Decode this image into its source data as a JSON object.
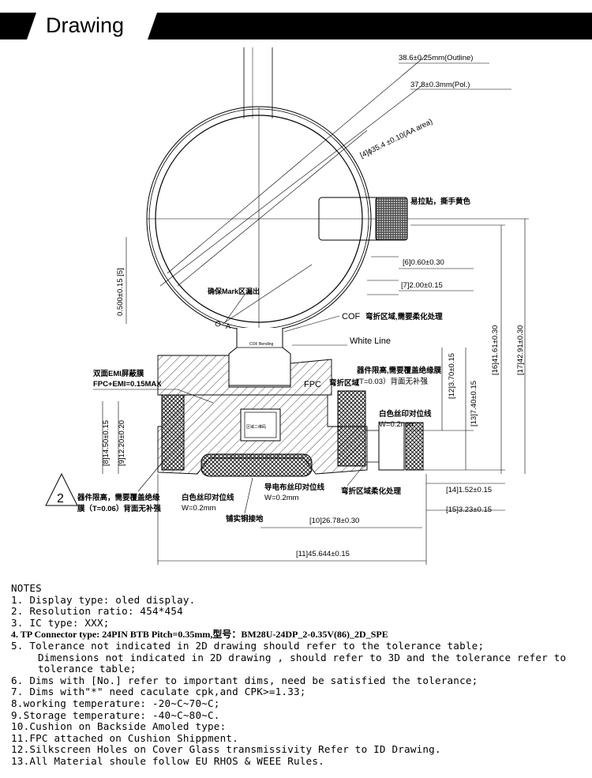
{
  "header": {
    "title": "Drawing"
  },
  "drawing": {
    "dims": {
      "outline": "38.6±0.25mm(Outline)",
      "pol": "37.8±0.3mm(Pol.)",
      "aa": "[4]ϕ35.4 ±0.10(AA area)",
      "d5": "0.500±0.15 [5]",
      "d6": "[6]0.60±0.30",
      "d7": "[7]2.00±0.15",
      "d8": "[8]14.50±0.15",
      "d9": "[9]12.20±0.20",
      "d10": "[10]26.78±0.30",
      "d11": "[11]45.644±0.15",
      "d12": "[12]3.70±0.15",
      "d13": "[13]7.40±0.15",
      "d14": "[14]1.52±0.15",
      "d15": "[15]3.23±0.15",
      "d16": "[16]41.61±0.30",
      "d17": "[17]42.91±0.30"
    },
    "labels": {
      "pull_tab": "易拉贴，撕手黄色",
      "mark": "确保Mark区漏出",
      "cof": "COF",
      "cof_bend": "弯折区域,需要柔化处理",
      "cof_small": "COF Bending",
      "white_line": "White Line",
      "fpc": "FPC",
      "fpc_bend": "弯折区域",
      "emi1": "双面EMI屏蔽膜",
      "emi2": "FPC+EMI=0.15MAX",
      "comp_limit_r1": "器件限高,需要覆盖绝缘膜",
      "comp_limit_r2": "(T=0.03）背面无补强",
      "white_silk_r1": "白色丝印对位线",
      "white_silk_r2": "W=0.2mm",
      "qr": "区域二维码",
      "comp_limit_l1": "器件限高，需要覆盖绝缘",
      "comp_limit_l2": "膜（T=0.06）背面无补强",
      "white_silk_l1": "白色丝印对位线",
      "white_silk_l2": "W=0.2mm",
      "conductive1": "导电布丝印对位线",
      "conductive2": "W=0.2mm",
      "bend_soft": "弯折区域柔化处理",
      "copper": "铺实铜接地",
      "note_num": "2",
      "a_mark": "A"
    }
  },
  "notes": {
    "title": "NOTES",
    "items": [
      "1. Display type: oled display.",
      "2. Resolution ratio: 454*454",
      "3. IC type: XXX;",
      "4. TP Connector type: 24PIN BTB Pitch=0.35mm,型号：BM28U-24DP_2-0.35V(86)_2D_SPE",
      "5. Tolerance not indicated in 2D drawing should refer to the tolerance table;",
      "Dimensions not indicated in 2D drawing , should refer to 3D and the tolerance refer to",
      "tolerance table;",
      "6. Dims with [No.] refer to important dims, need be satisfied the tolerance;",
      "7. Dims with\"*\" need caculate cpk,and CPK>=1.33;",
      "8.working temperature: -20~C~70~C;",
      "9.Storage temperature: -40~C~80~C.",
      "10.Cushion on Backside Amoled type:",
      "11.FPC attached on Cushion Shippment.",
      "12.Silkscreen Holes on Cover Glass transmissivity Refer to ID Drawing.",
      "13.All Material shoule follow EU RHOS & WEEE Rules."
    ]
  }
}
